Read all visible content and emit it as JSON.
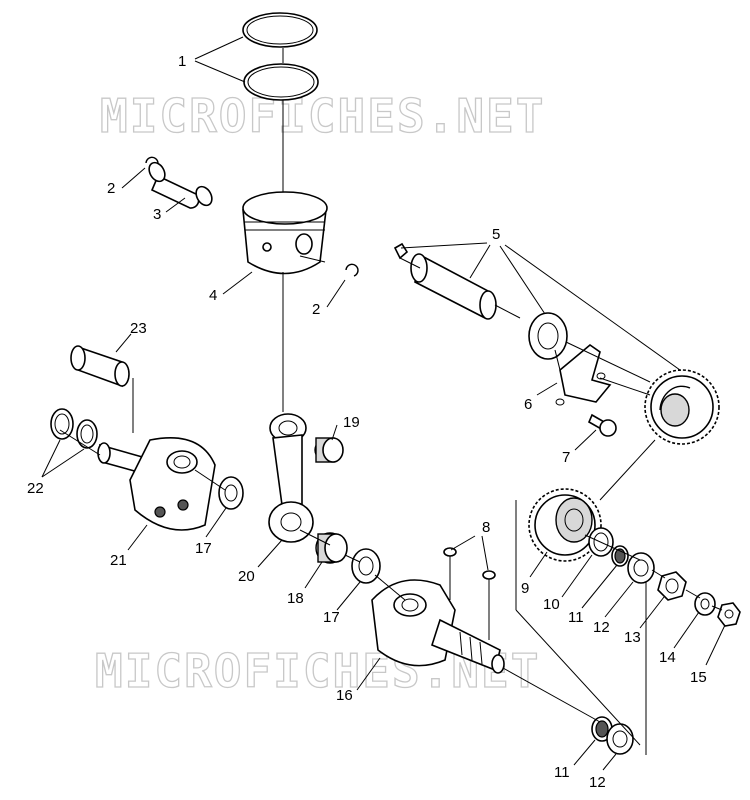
{
  "watermark": "MICROFICHES.NET",
  "callouts": [
    {
      "id": "c1",
      "text": "1"
    },
    {
      "id": "c2a",
      "text": "2"
    },
    {
      "id": "c2b",
      "text": "2"
    },
    {
      "id": "c3",
      "text": "3"
    },
    {
      "id": "c4",
      "text": "4"
    },
    {
      "id": "c5",
      "text": "5"
    },
    {
      "id": "c6",
      "text": "6"
    },
    {
      "id": "c7",
      "text": "7"
    },
    {
      "id": "c8",
      "text": "8"
    },
    {
      "id": "c9",
      "text": "9"
    },
    {
      "id": "c10",
      "text": "10"
    },
    {
      "id": "c11a",
      "text": "11"
    },
    {
      "id": "c11b",
      "text": "11"
    },
    {
      "id": "c12a",
      "text": "12"
    },
    {
      "id": "c12b",
      "text": "12"
    },
    {
      "id": "c13",
      "text": "13"
    },
    {
      "id": "c14",
      "text": "14"
    },
    {
      "id": "c15",
      "text": "15"
    },
    {
      "id": "c16",
      "text": "16"
    },
    {
      "id": "c17a",
      "text": "17"
    },
    {
      "id": "c17b",
      "text": "17"
    },
    {
      "id": "c18",
      "text": "18"
    },
    {
      "id": "c19",
      "text": "19"
    },
    {
      "id": "c20",
      "text": "20"
    },
    {
      "id": "c21",
      "text": "21"
    },
    {
      "id": "c22",
      "text": "22"
    },
    {
      "id": "c23",
      "text": "23"
    }
  ]
}
